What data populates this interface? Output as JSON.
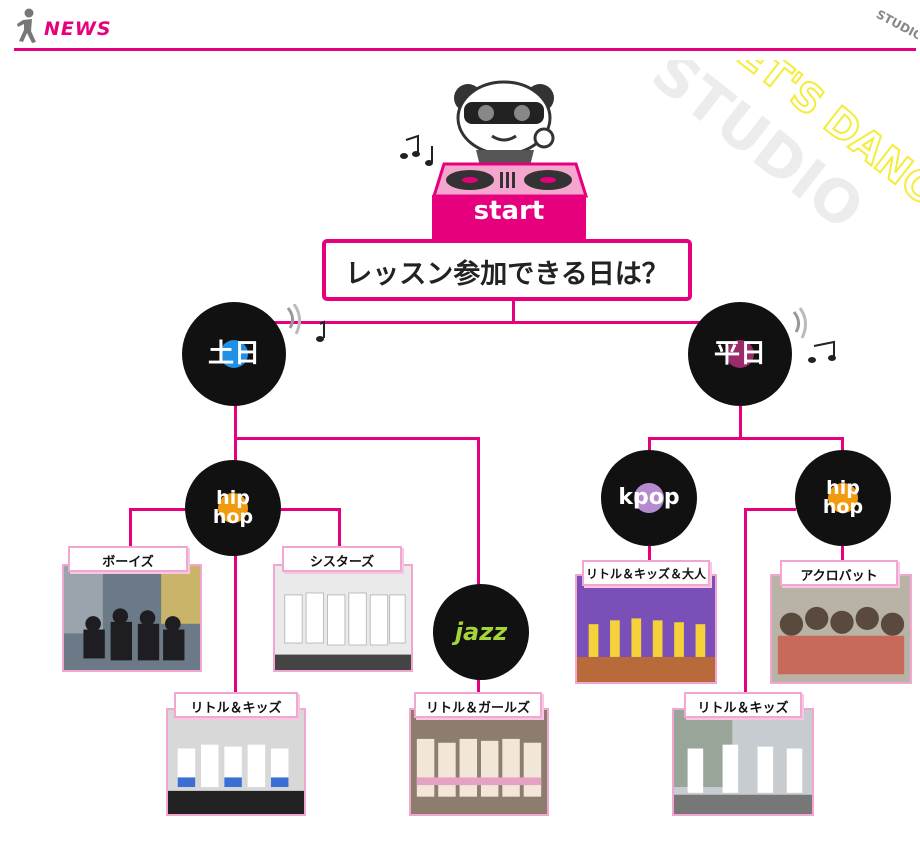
{
  "header": {
    "news_label": "NEWS",
    "logo_text": "STUDIO G",
    "runner_icon": "runner-icon"
  },
  "background": {
    "slogan_dance": "LET'S DANCE",
    "slogan_studio": "STUDIO"
  },
  "start": {
    "label": "start",
    "mascot_icon": "panda-dj-icon"
  },
  "question": "レッスン参加できる日は？",
  "branches": {
    "weekend": {
      "label": "土日"
    },
    "weekday": {
      "label": "平日"
    }
  },
  "genres": {
    "hiphop_weekend": {
      "line1": "hip",
      "line2": "hop"
    },
    "jazz": {
      "label": "jazz"
    },
    "kpop": {
      "label": "kpop"
    },
    "hiphop_weekday": {
      "line1": "hip",
      "line2": "hop"
    }
  },
  "classes": {
    "boys": "ボーイズ",
    "sisters": "シスターズ",
    "little_kids_weekend": "リトル＆キッズ",
    "little_girls": "リトル＆ガールズ",
    "little_kids_adult": "リトル＆キッズ＆大人",
    "acrobat": "アクロバット",
    "little_kids_weekday": "リトル＆キッズ"
  },
  "colors": {
    "accent": "#e6007e",
    "weekend_dot": "#1e90e6",
    "weekday_dot": "#9b2a6b",
    "hiphop_dot": "#f29a0e",
    "kpop_dot": "#b58ad1",
    "jazz_text": "#a6d53a",
    "slogan_yellow": "#f5ec3a"
  }
}
